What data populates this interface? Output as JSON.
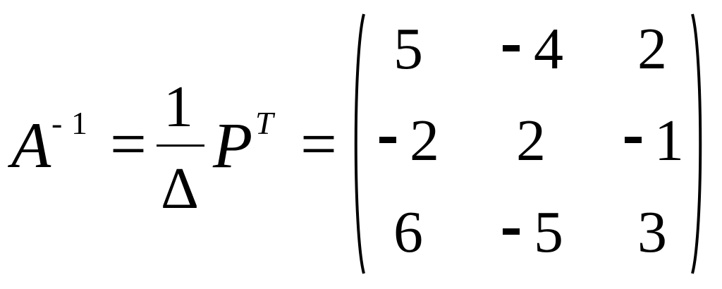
{
  "equation": {
    "lhs_symbol": "A",
    "lhs_exponent_minus": "-",
    "lhs_exponent_number": "1",
    "eq1": "=",
    "fraction": {
      "numerator": "1",
      "denominator": "Δ"
    },
    "p_symbol": "P",
    "p_superscript": "T",
    "eq2": "=",
    "matrix": {
      "rows": [
        [
          {
            "sign": "",
            "digit": "5"
          },
          {
            "sign": "-",
            "digit": "4"
          },
          {
            "sign": "",
            "digit": "2"
          }
        ],
        [
          {
            "sign": "-",
            "digit": "2"
          },
          {
            "sign": "",
            "digit": "2"
          },
          {
            "sign": "-",
            "digit": "1"
          }
        ],
        [
          {
            "sign": "",
            "digit": "6"
          },
          {
            "sign": "-",
            "digit": "5"
          },
          {
            "sign": "",
            "digit": "3"
          }
        ]
      ]
    }
  }
}
